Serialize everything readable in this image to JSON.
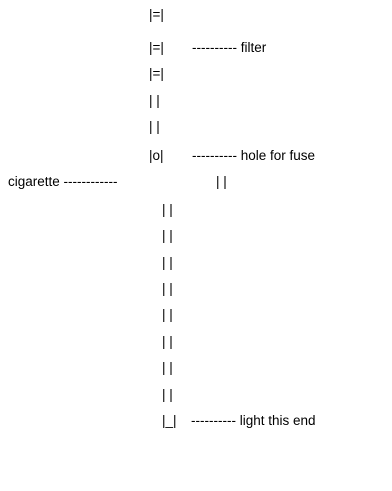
{
  "diagram": {
    "lines": [
      {
        "segments": [
          "|=|"
        ]
      },
      {
        "segments": [
          "|=|",
          "---------- filter"
        ]
      },
      {
        "segments": [
          "|=|"
        ]
      },
      {
        "segments": [
          "| |"
        ]
      },
      {
        "segments": [
          "| |"
        ]
      },
      {
        "segments": [
          "|o|",
          "---------- hole for fuse"
        ]
      },
      {
        "segments": [
          "cigarette ------------",
          "| |"
        ]
      },
      {
        "segments": [
          "| |"
        ]
      },
      {
        "segments": [
          "| |"
        ]
      },
      {
        "segments": [
          "| |"
        ]
      },
      {
        "segments": [
          "| |"
        ]
      },
      {
        "segments": [
          "| |"
        ]
      },
      {
        "segments": [
          "| |"
        ]
      },
      {
        "segments": [
          "| |"
        ]
      },
      {
        "segments": [
          "| |"
        ]
      },
      {
        "segments": [
          "|_|",
          "---------- light this end"
        ]
      }
    ]
  }
}
